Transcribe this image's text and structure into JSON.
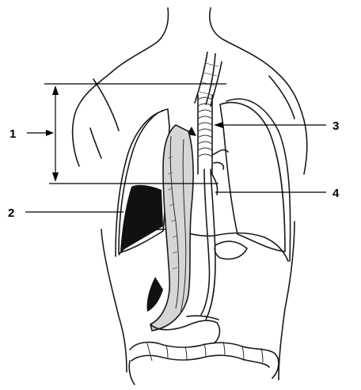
{
  "diagram": {
    "callouts": [
      {
        "id": "1",
        "label": "1"
      },
      {
        "id": "2",
        "label": "2"
      },
      {
        "id": "3",
        "label": "3"
      },
      {
        "id": "4",
        "label": "4"
      }
    ]
  },
  "colors": {
    "ink": "#1a1a1a",
    "shade_dark": "#111111",
    "shade_mid": "#8c8c8c",
    "background": "#ffffff"
  }
}
